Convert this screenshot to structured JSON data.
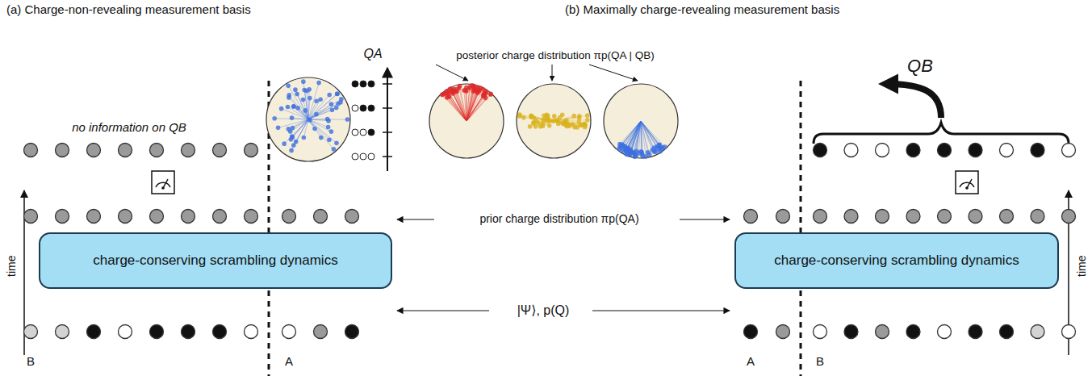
{
  "diagram": {
    "nodes": [
      {
        "text": [
          "charge-conserving scrambling dynamics"
        ]
      },
      {
        "text": [
          "charge-conserving scrambling dynamics"
        ]
      }
    ],
    "labels": [
      "(a) Charge-non-revealing measurement basis",
      "(b) Maximally charge-revealing measurement basis",
      "no information on QB",
      "QA",
      "posterior charge distribution πp(QA | QB)",
      "QB",
      "time",
      "prior charge distribution πp(QA)",
      "time",
      "|Ψ⟩, p(Q)",
      "B",
      "A",
      "A",
      "B"
    ]
  }
}
